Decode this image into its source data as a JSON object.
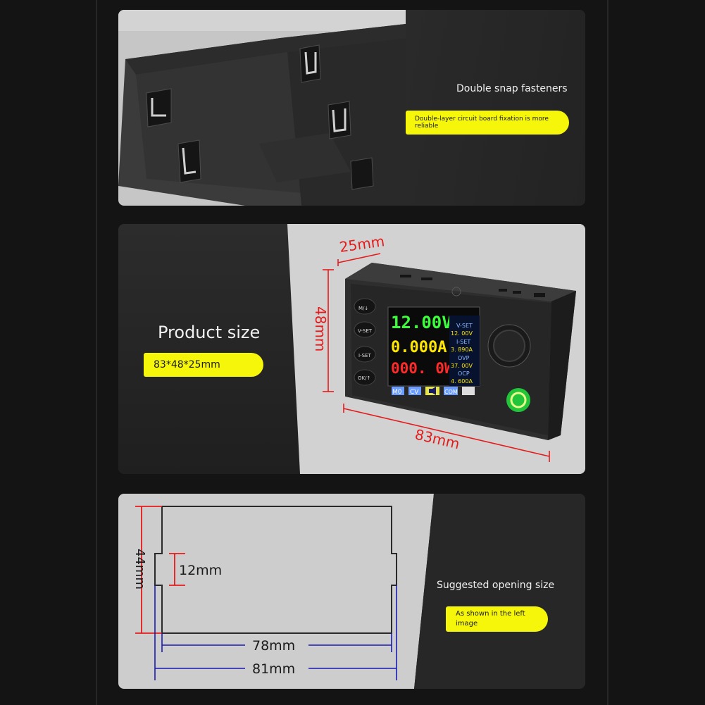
{
  "panel1": {
    "heading": "Double snap fasteners",
    "pill": "Double-layer circuit board fixation is more reliable"
  },
  "panel2": {
    "heading": "Product size",
    "pill": "83*48*25mm",
    "dim_depth": "25mm",
    "dim_height": "48mm",
    "dim_width": "83mm",
    "buttons": [
      "M/↓",
      "V-SET",
      "I-SET",
      "OK/↑"
    ],
    "screen": {
      "voltage": "12.00V",
      "current": "0.000A",
      "power": "000. 0W",
      "vset_label": "V-SET",
      "vset_value": "12. 00V",
      "iset_label": "I-SET",
      "iset_value": "3. 890A",
      "ovp_label": "OVP",
      "ovp_value": "37. 00V",
      "ocp_label": "OCP",
      "ocp_value": "4. 600A",
      "status": [
        "M0",
        "CV",
        "COM"
      ]
    },
    "colors": {
      "voltage": "#3cff3c",
      "current": "#ffe600",
      "power": "#ff2a2a",
      "sidebar": "#8ab8ff"
    }
  },
  "panel3": {
    "heading": "Suggested opening size",
    "pill": "As shown in the left image",
    "dim_44": "44mm",
    "dim_12": "12mm",
    "dim_78": "78mm",
    "dim_81": "81mm"
  },
  "colors": {
    "accent_yellow": "#f6f60a",
    "dim_red": "#e51b1b",
    "dim_blue": "#1a1ab0"
  }
}
